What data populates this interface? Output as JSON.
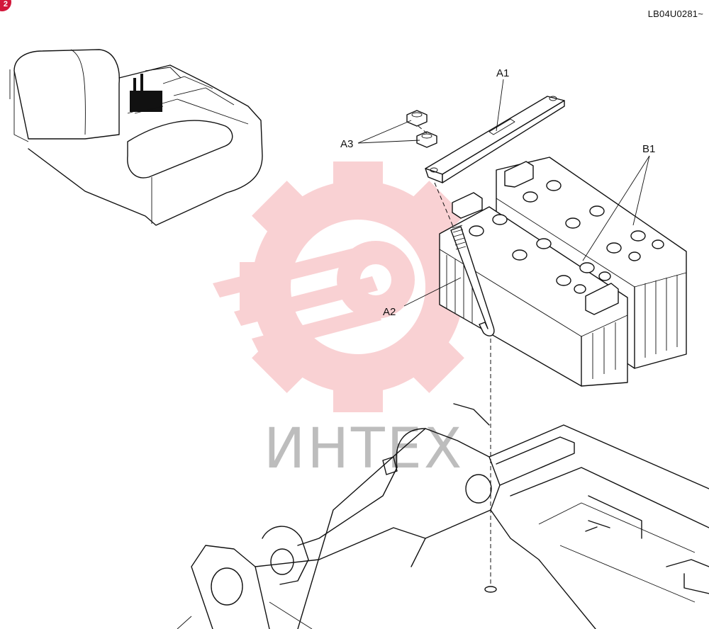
{
  "document": {
    "code": "LB04U0281~",
    "badge": "2"
  },
  "callouts": {
    "a1": "A1",
    "a2": "A2",
    "a3": "A3",
    "b1": "B1"
  },
  "watermark": {
    "text": "ИНТЕХ",
    "color": "#e8323c"
  }
}
